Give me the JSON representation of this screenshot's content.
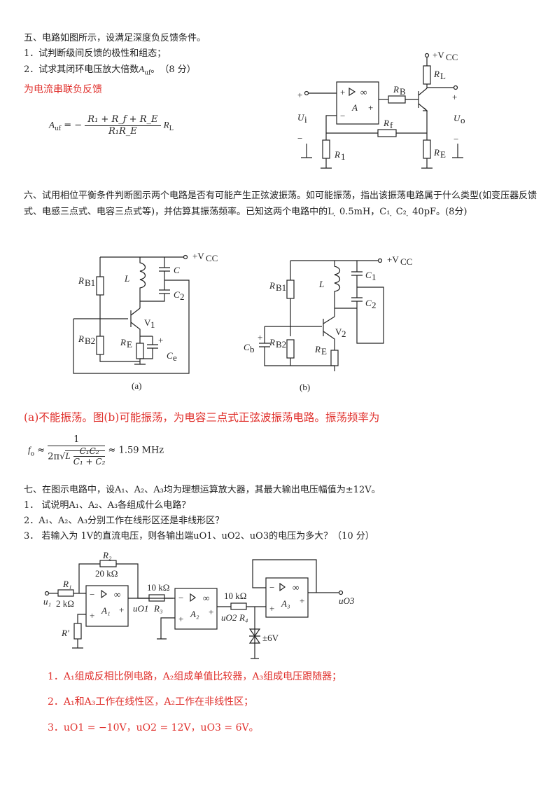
{
  "q5": {
    "title": "五、电路如图所示，设满足深度负反馈条件。",
    "item1": "1．试判断级间反馈的极性和组态；",
    "item2_pre": "2．试求其闭环电压放大倍数",
    "item2_sym": "A",
    "item2_sub": "uf",
    "item2_post": "。　（8 分）",
    "answer": "为电流串联负反馈",
    "formula": {
      "lhs": "A",
      "lhs_sub": "uf",
      "eq": "= −",
      "num": "R₁ + R_f + R_E",
      "den": "R₁R_E",
      "tail": "R",
      "tail_sub": "L"
    },
    "circuit": {
      "vcc": "+V",
      "vcc_sub": "CC",
      "rl": "R",
      "rl_sub": "L",
      "rb": "R",
      "rb_sub": "B",
      "rf": "R",
      "rf_sub": "f",
      "re": "R",
      "re_sub": "E",
      "r1": "R",
      "r1_sub": "1",
      "amp": "A",
      "ui": "U",
      "ui_sub": "i",
      "uo": "U",
      "uo_sub": "o",
      "plus": "+",
      "minus": "−",
      "inf": "∞"
    }
  },
  "q6": {
    "text": "六、试用相位平衡条件判断图示两个电路是否有可能产生正弦波振荡。如可能振荡，指出该振荡电路属于什么类型(如变压器反馈式、电感三点式、电容三点式等)，并估算其振荡频率。已知这两个电路中的L ̣ 0.5mH，C₁ ̣ C₂ ̣ 40pF。(8分)",
    "circuit_a": {
      "caption": "(a)",
      "vcc": "+V",
      "vcc_sub": "CC",
      "rb1": "R",
      "rb1_sub": "B1",
      "rb2": "R",
      "rb2_sub": "B2",
      "re": "R",
      "re_sub": "E",
      "l": "L",
      "c": "C",
      "c2": "C",
      "c2_sub": "2",
      "v": "V",
      "v_sub": "1",
      "ce": "C",
      "ce_sub": "e"
    },
    "circuit_b": {
      "caption": "(b)",
      "vcc": "+V",
      "vcc_sub": "CC",
      "rb1": "R",
      "rb1_sub": "B1",
      "rb2": "R",
      "rb2_sub": "B2",
      "re": "R",
      "re_sub": "E",
      "l": "L",
      "c1": "C",
      "c1_sub": "1",
      "c2": "C",
      "c2_sub": "2",
      "v": "V",
      "v_sub": "2",
      "cb": "C",
      "cb_sub": "b"
    },
    "answer": "(a)不能振荡。图(b)可能振荡，为电容三点式正弦波振荡电路。振荡频率为",
    "formula": {
      "lhs": "f",
      "lhs_sub": "o",
      "approx": "≈",
      "num": "1",
      "den_pre": "2π",
      "den_l": "L",
      "den_num": "C₁C₂",
      "den_den": "C₁ + C₂",
      "result": "≈ 1.59 MHz"
    }
  },
  "q7": {
    "title": "七、在图示电路中，设A₁、A₂、A₃均为理想运算放大器，其最大输出电压幅值为±12V。",
    "item1": "1．  试说明A₁、A₂、A₃各组成什么电路？",
    "item2": "2．A₁、A₂、A₃分别工作在线形区还是非线形区？",
    "item3": "3．  若输入为 1V的直流电压，则各输出端uO1、uO2、uO3的电压为多大？（10 分）",
    "circuit": {
      "r1": "R₁",
      "r1_val": "2 kΩ",
      "r2": "R₂",
      "r2_val": "20 kΩ",
      "r3": "R₃",
      "r3_val": "10 kΩ",
      "r4": "R₄",
      "r4_val": "10 kΩ",
      "rp": "R'",
      "a1": "A₁",
      "a2": "A₂",
      "a3": "A₃",
      "ui": "u₁",
      "uo1": "uO1",
      "uo2": "uO2",
      "uo3": "uO3",
      "zener": "±6V",
      "plus": "+",
      "minus": "−",
      "inf": "∞"
    },
    "answers": [
      "1．A₁组成反相比例电路，A₂组成单值比较器，A₃组成电压跟随器；",
      "2．A₁和A₃工作在线性区，A₂工作在非线性区；",
      "3．uO1 = −10V，uO2 = 12V，uO3 = 6V。"
    ]
  }
}
